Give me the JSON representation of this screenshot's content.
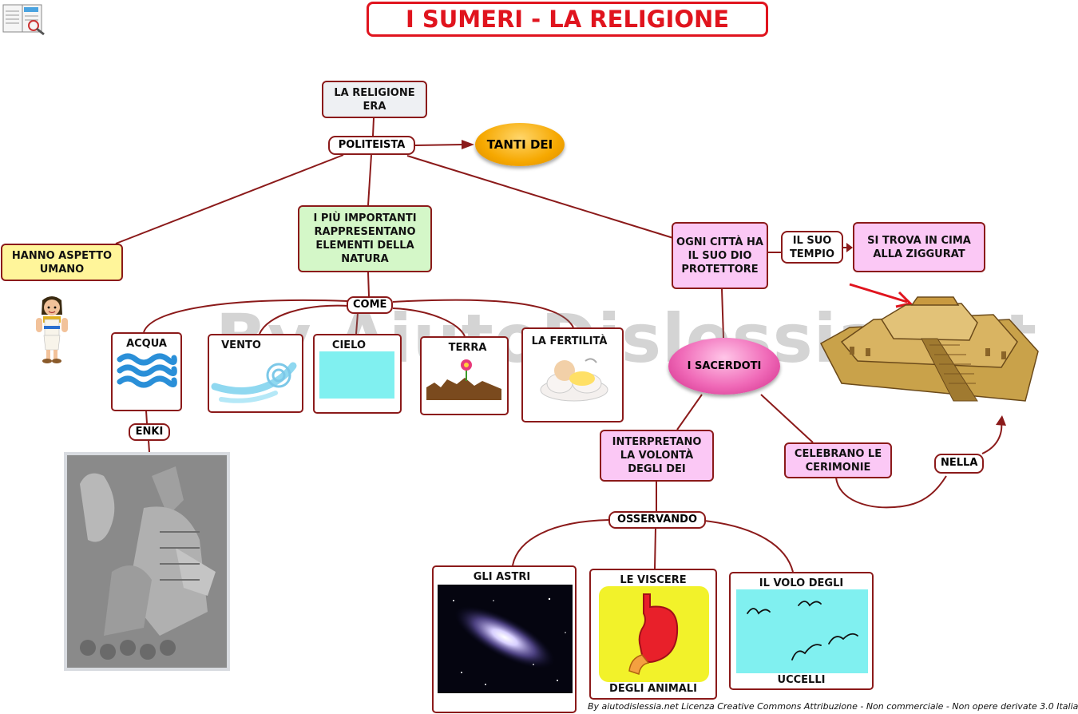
{
  "title": "I SUMERI  - LA RELIGIONE",
  "watermark": "By AiutoDislessia.net",
  "footer": "By aiutodislessia.net Licenza Creative Commons Attribuzione - Non commerciale - Non opere derivate 3.0 Italia",
  "nodes": {
    "religione_era": "LA RELIGIONE ERA",
    "politeista": "POLITEISTA",
    "tanti_dei": "TANTI DEI",
    "aspetto_umano": "HANNO ASPETTO UMANO",
    "piu_importanti": "I PIÙ IMPORTANTI RAPPRESENTANO ELEMENTI DELLA NATURA",
    "come": "COME",
    "acqua": "ACQUA",
    "vento": "VENTO",
    "cielo": "CIELO",
    "terra": "TERRA",
    "fertilita": "LA FERTILITÀ",
    "enki": "ENKI",
    "ogni_citta": "OGNI CITTÀ HA IL SUO DIO PROTETTORE",
    "il_suo_tempio": "IL SUO TEMPIO",
    "ziggurat": "SI TROVA IN CIMA ALLA ZIGGURAT",
    "sacerdoti": "I SACERDOTI",
    "interpretano": "INTERPRETANO LA VOLONTÀ DEGLI DEI",
    "celebrano": "CELEBRANO LE CERIMONIE",
    "nella": "NELLA",
    "osservando": "OSSERVANDO",
    "gli_astri": "GLI ASTRI",
    "le_viscere": "LE VISCERE",
    "degli_animali": "DEGLI ANIMALI",
    "il_volo_degli": "IL VOLO DEGLI",
    "uccelli": "UCCELLI"
  },
  "colors": {
    "title_red": "#e0141e",
    "border": "#8b1a1a",
    "yellow_box": "#fff59a",
    "green_box": "#d4f7c8",
    "pink_box": "#fbc8f5",
    "gray_box": "#eef0f3",
    "orange_oval": "#f6a800",
    "magenta_oval": "#e8409a",
    "sky": "#80f0f0"
  }
}
